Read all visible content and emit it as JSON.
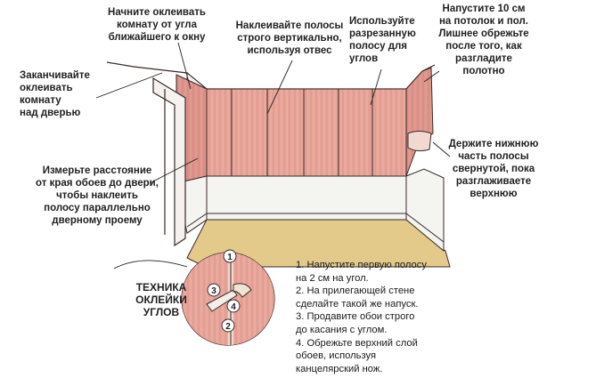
{
  "labels": {
    "start_corner": "Начните оклеивать\nкомнату от угла\nближайшего к окну",
    "vertical": "Наклеивайте полосы\nстрого вертикально,\nиспользуя отвес",
    "cut_strip": "Используйте\nразрезанную\nполосу для\nуглов",
    "overlap": "Напустите 10 см\nна потолок и пол.\nЛишнее обрежьте\nпосле того, как\nразгладите\nполотно",
    "finish_door": "Заканчивайте\nоклеивать\nкомнату\nнад дверью",
    "measure": "Измерьте расстояние\nот края обоев до двери,\nчтобы наклеить\nполосу параллельно\nдверному проему",
    "hold_lower": "Держите нижнюю\nчасть полосы\nсвернутой, пока\nразглаживаете\nверхнюю"
  },
  "technique": {
    "title": "ТЕХНИКА\nОКЛЕЙКИ\nУГЛОВ",
    "markers": [
      "1",
      "2",
      "3",
      "4"
    ],
    "steps": "1. Напустите первую полосу\nна 2 см на угол.\n2. На прилегающей стене\nсделайте такой же напуск.\n3. Продавите обои строго\nдо касания с углом.\n4. Обрежьте верхний слой\nобоев, используя\nканцелярский нож."
  },
  "colors": {
    "wallpaper": "#e8a59a",
    "wallpaper_dark": "#d98f86",
    "baseboard": "#f4f4f1",
    "floor": "#e3c98a",
    "outline": "#3a2a28"
  }
}
